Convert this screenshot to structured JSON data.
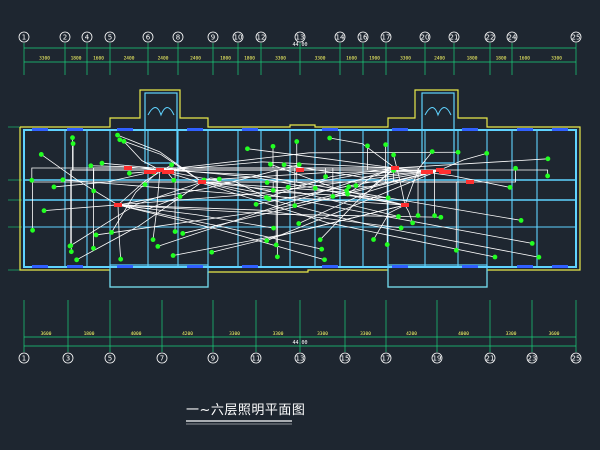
{
  "drawing": {
    "title": "一~六层照明平面图",
    "total_dimension_top": "44.00",
    "total_dimension_bottom": "44.00",
    "top_axes": [
      "1",
      "2",
      "4",
      "5",
      "6",
      "8",
      "9",
      "10",
      "12",
      "13",
      "14",
      "16",
      "17",
      "20",
      "21",
      "22",
      "24",
      "25"
    ],
    "bottom_axes": [
      "1",
      "3",
      "5",
      "7",
      "9",
      "11",
      "13",
      "15",
      "17",
      "19",
      "21",
      "23",
      "25"
    ],
    "top_dimensions": [
      "3300",
      "1800",
      "1600",
      "2400",
      "2400",
      "2400",
      "1800",
      "1800",
      "3300",
      "3300",
      "1600",
      "1900",
      "3300",
      "2400",
      "1800",
      "1800",
      "1600",
      "3300"
    ],
    "bottom_dimensions": [
      "3600",
      "1800",
      "4000",
      "4200",
      "3300",
      "3300",
      "3300",
      "3300",
      "4200",
      "4000",
      "3300",
      "3600"
    ]
  },
  "colors": {
    "background": "#1e2630",
    "axis_line": "#19d37a",
    "axis_bubble": "#ffffff",
    "dimension": "#ffff66",
    "wall": "#5fd3ff",
    "outer_wall": "#e9e94a",
    "wiring": "#ffffff",
    "fixture": "#22ff22",
    "panel": "#ff3030",
    "window": "#3060ff"
  }
}
